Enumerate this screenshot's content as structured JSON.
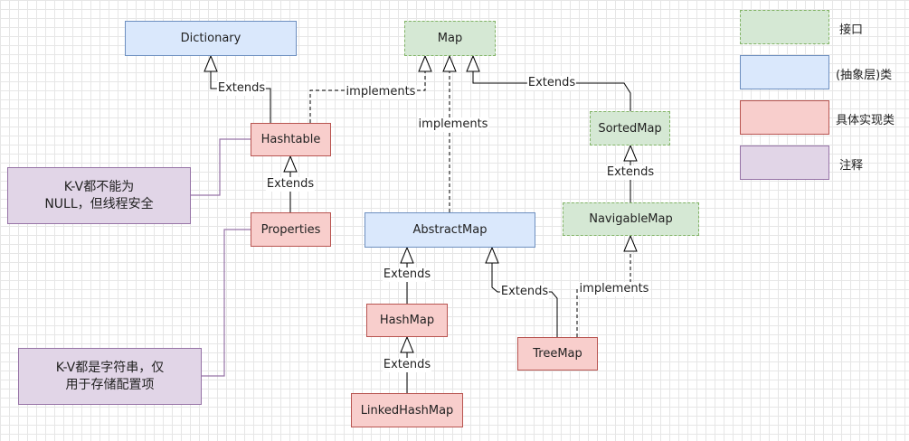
{
  "nodes": {
    "dictionary": "Dictionary",
    "map": "Map",
    "hashtable": "Hashtable",
    "properties": "Properties",
    "abstract_map": "AbstractMap",
    "sorted_map": "SortedMap",
    "navigable_map": "NavigableMap",
    "hash_map": "HashMap",
    "linked_hash_map": "LinkedHashMap",
    "tree_map": "TreeMap"
  },
  "notes": {
    "hashtable_note": "K-V都不能为\nNULL，但线程安全",
    "properties_note": "K-V都是字符串，仅\n用于存储配置项"
  },
  "edge_labels": {
    "hashtable_dictionary": "Extends",
    "hashtable_map": "implements",
    "abstractmap_map": "implements",
    "sortedmap_map": "Extends",
    "navigable_sorted": "Extends",
    "properties_hashtable": "Extends",
    "hashmap_abstract": "Extends",
    "treemap_abstract": "Extends",
    "treemap_navigable": "implements",
    "linked_hashmap": "Extends"
  },
  "legend": [
    {
      "label": "接口",
      "style": "interface"
    },
    {
      "label": "(抽象层)类",
      "style": "abstract"
    },
    {
      "label": "具体实现类",
      "style": "concrete"
    },
    {
      "label": "注释",
      "style": "note"
    }
  ],
  "colors": {
    "interface_fill": "#d5e8d4",
    "interface_stroke": "#82b366",
    "abstract_fill": "#dae8fc",
    "abstract_stroke": "#6c8ebf",
    "concrete_fill": "#f8cecc",
    "concrete_stroke": "#b85450",
    "note_fill": "#e1d5e7",
    "note_stroke": "#9673a6"
  }
}
